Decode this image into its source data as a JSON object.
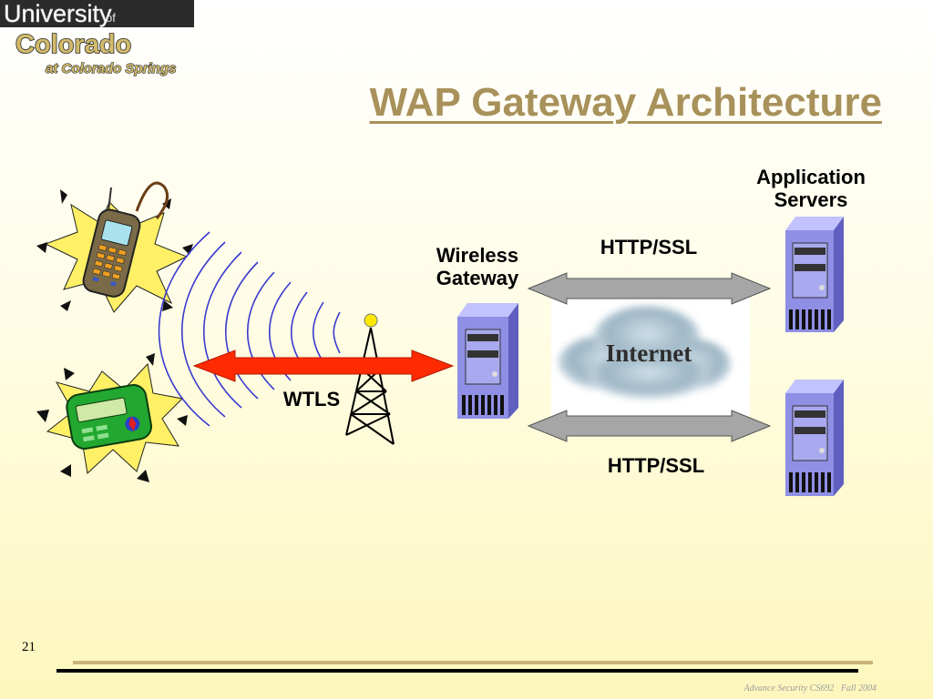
{
  "logo": {
    "line1": "University",
    "of": "of",
    "line2": "Colorado",
    "line3": "at Colorado Springs"
  },
  "title": "WAP Gateway Architecture",
  "labels": {
    "app_servers_1": "Application",
    "app_servers_2": "Servers",
    "wireless_1": "Wireless",
    "wireless_2": "Gateway",
    "http_top": "HTTP/SSL",
    "http_bottom": "HTTP/SSL",
    "wtls": "WTLS",
    "internet": "Internet"
  },
  "slide_number": "21",
  "footer": "Advance Security CS692   Fall 2004",
  "colors": {
    "title": "#a8915a",
    "wtls_arrow": "#ff2a00",
    "http_arrow": "#a6a6a6",
    "server": "#8f8fe6",
    "radio_waves": "#3a3ad0",
    "burst": "#fff066"
  }
}
